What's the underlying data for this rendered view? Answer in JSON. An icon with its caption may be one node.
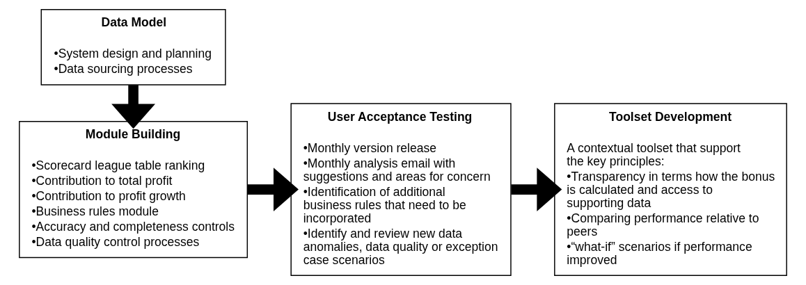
{
  "diagram": {
    "nodes": [
      {
        "text": [
          "Data Model",
          "•System design and planning",
          "•Data sourcing processes"
        ]
      },
      {
        "text": [
          "Module Building",
          "•Scorecard league table ranking",
          "•Contribution to total profit",
          "•Contribution to profit growth",
          "•Business rules module",
          "•Accuracy and completeness controls",
          "•Data quality control processes"
        ]
      },
      {
        "text": [
          "User Acceptance Testing",
          "•Monthly version release",
          "•Monthly analysis email with suggestions and areas for concern",
          "•Identification of additional business rules that need to be incorporated",
          "•Identify and review new data anomalies, data quality or exception case scenarios"
        ]
      },
      {
        "text": [
          "Toolset Development",
          "A contextual toolset that support the key principles:",
          "•Transparency in terms how the bonus is calculated and access to supporting data",
          "•Comparing performance relative to peers",
          "•“what-if” scenarios if performance improved"
        ]
      }
    ],
    "edges": [
      {
        "from": 0,
        "to": 1,
        "arrow": "to"
      },
      {
        "from": 1,
        "to": 2,
        "arrow": "to"
      },
      {
        "from": 2,
        "to": 3,
        "arrow": "to"
      }
    ]
  }
}
